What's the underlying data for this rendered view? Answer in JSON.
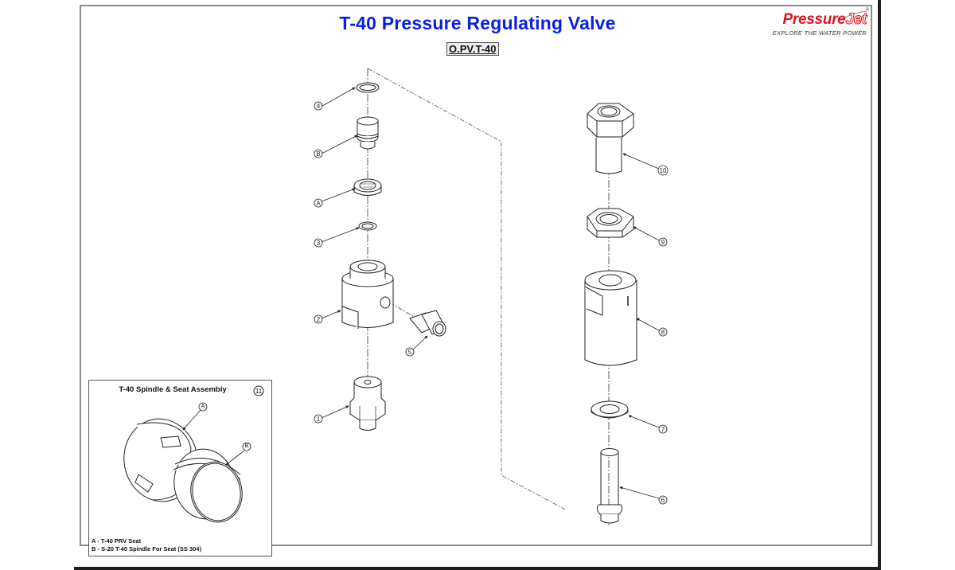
{
  "sheet": {
    "title": "T-40 Pressure Regulating Valve",
    "drawing_code": "O.PV.T-40",
    "title_color": "#0a1ee6"
  },
  "logo": {
    "brand_main": "Pressure",
    "brand_accent": "Jet",
    "tagline": "EXPLORE THE WATER POWER",
    "registered": "®",
    "color": "#e0141e"
  },
  "parts": [
    {
      "callout": "4",
      "part": "o-ring-upper"
    },
    {
      "callout": "B",
      "part": "spindle"
    },
    {
      "callout": "A",
      "part": "seat"
    },
    {
      "callout": "3",
      "part": "o-ring-lower"
    },
    {
      "callout": "2",
      "part": "valve-body"
    },
    {
      "callout": "5",
      "part": "side-fitting"
    },
    {
      "callout": "1",
      "part": "inlet-fitting"
    },
    {
      "callout": "10",
      "part": "hex-cap-bolt"
    },
    {
      "callout": "9",
      "part": "hex-nut"
    },
    {
      "callout": "8",
      "part": "cylinder-housing"
    },
    {
      "callout": "7",
      "part": "washer"
    },
    {
      "callout": "6",
      "part": "piston-rod"
    }
  ],
  "inset": {
    "title": "T-40 Spindle & Seat Assembly",
    "callout": "11",
    "callout_a": "A",
    "callout_b": "B",
    "legend": [
      "A - T-40 PRV Seat",
      "B - S-20 T-40 Spindle For Seat (SS 304)"
    ]
  }
}
